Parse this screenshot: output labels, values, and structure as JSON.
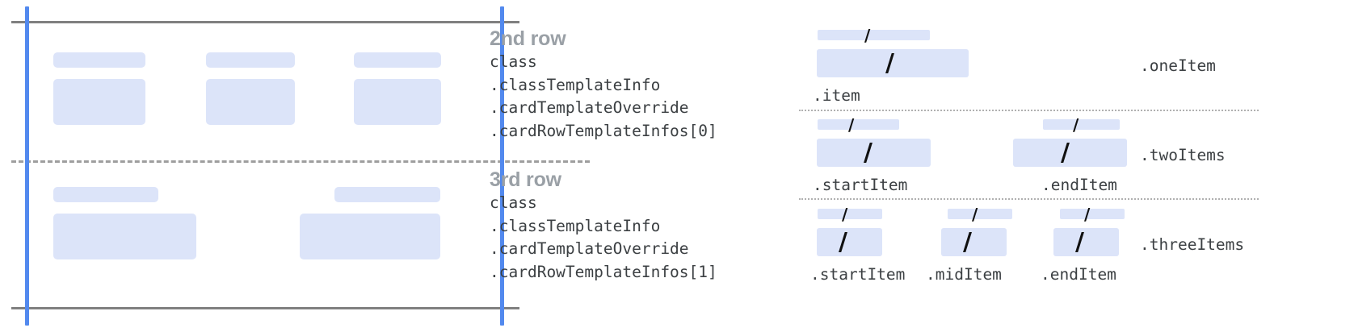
{
  "colors": {
    "chip_fill": "#dce4f9",
    "guide_blue": "#5289ee",
    "rule_gray": "#808080",
    "dash_gray": "#9e9e9e",
    "dot_gray": "#b0b0b0",
    "heading_gray": "#9aa0a6",
    "mono_text": "#3c4043",
    "slash_black": "#101010",
    "background": "#ffffff"
  },
  "left_diagram": {
    "name": "card-row-placeholder-diagram",
    "rows": [
      {
        "id": "row-2",
        "columns": [
          {
            "title_chip": true,
            "body_chip": true
          },
          {
            "title_chip": true,
            "body_chip": true
          },
          {
            "title_chip": true,
            "body_chip": true
          }
        ]
      },
      {
        "id": "row-3",
        "columns": [
          {
            "title_chip": true,
            "body_chip": true
          },
          {
            "title_chip": true,
            "body_chip": true
          }
        ]
      }
    ]
  },
  "annotations": [
    {
      "heading": "2nd row",
      "lines": [
        "class",
        ".classTemplateInfo",
        ".cardTemplateOverride",
        ".cardRowTemplateInfos[0]"
      ]
    },
    {
      "heading": "3rd row",
      "lines": [
        "class",
        ".classTemplateInfo",
        ".cardTemplateOverride",
        ".cardRowTemplateInfos[1]"
      ]
    }
  ],
  "item_layouts": [
    {
      "id": "one-item",
      "side_label": ".oneItem",
      "items": [
        {
          "caption": ".item",
          "slash": "/"
        }
      ]
    },
    {
      "id": "two-items",
      "side_label": ".twoItems",
      "items": [
        {
          "caption": ".startItem",
          "slash": "/"
        },
        {
          "caption": ".endItem",
          "slash": "/"
        }
      ]
    },
    {
      "id": "three-items",
      "side_label": ".threeItems",
      "items": [
        {
          "caption": ".startItem",
          "slash": "/"
        },
        {
          "caption": ".midItem",
          "slash": "/"
        },
        {
          "caption": ".endItem",
          "slash": "/"
        }
      ]
    }
  ]
}
